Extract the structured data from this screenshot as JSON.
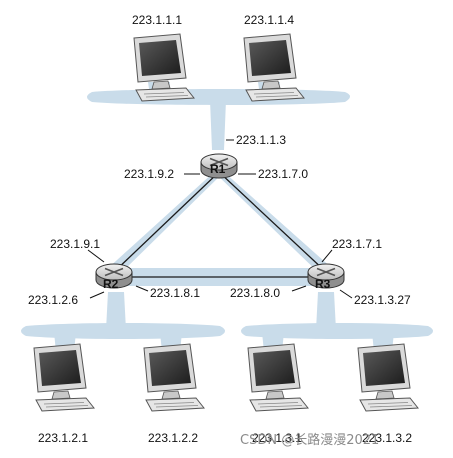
{
  "hosts": {
    "top_left": "223.1.1.1",
    "top_right": "223.1.1.4",
    "bottom_1": "223.1.2.1",
    "bottom_2": "223.1.2.2",
    "bottom_3": "223.1.3.1",
    "bottom_4": "223.1.3.2"
  },
  "routers": {
    "r1": {
      "name": "R1",
      "if_top": "223.1.1.3",
      "if_left": "223.1.9.2",
      "if_right": "223.1.7.0"
    },
    "r2": {
      "name": "R2",
      "if_top": "223.1.9.1",
      "if_left": "223.1.2.6",
      "if_right": "223.1.8.1"
    },
    "r3": {
      "name": "R3",
      "if_top": "223.1.7.1",
      "if_left": "223.1.8.0",
      "if_right": "223.1.3.27"
    }
  },
  "watermark": "CSDN @长路漫漫2021",
  "colors": {
    "network_fill": "#c9dcea",
    "link": "#1a1a1a"
  }
}
